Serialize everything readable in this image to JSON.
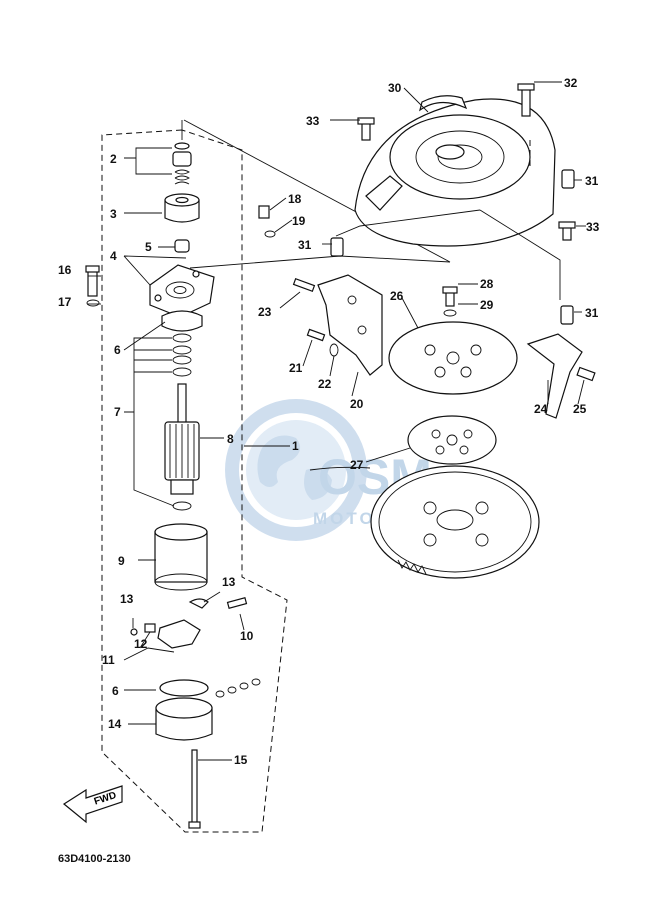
{
  "diagram": {
    "drawing_code": "63D4100-2130",
    "direction_label": "FWD",
    "watermark": {
      "brand": "OSM",
      "sub": "MOTORRAD"
    },
    "callouts": {
      "c1": "1",
      "c2": "2",
      "c3": "3",
      "c4": "4",
      "c5": "5",
      "c6a": "6",
      "c6b": "6",
      "c7": "7",
      "c8": "8",
      "c9": "9",
      "c10": "10",
      "c11": "11",
      "c12": "12",
      "c13a": "13",
      "c13b": "13",
      "c14": "14",
      "c15": "15",
      "c16": "16",
      "c17": "17",
      "c18": "18",
      "c19": "19",
      "c20": "20",
      "c21": "21",
      "c22": "22",
      "c23": "23",
      "c24": "24",
      "c25": "25",
      "c26": "26",
      "c27": "27",
      "c28": "28",
      "c29": "29",
      "c30": "30",
      "c31a": "31",
      "c31b": "31",
      "c31c": "31",
      "c32": "32",
      "c33a": "33",
      "c33b": "33"
    }
  }
}
